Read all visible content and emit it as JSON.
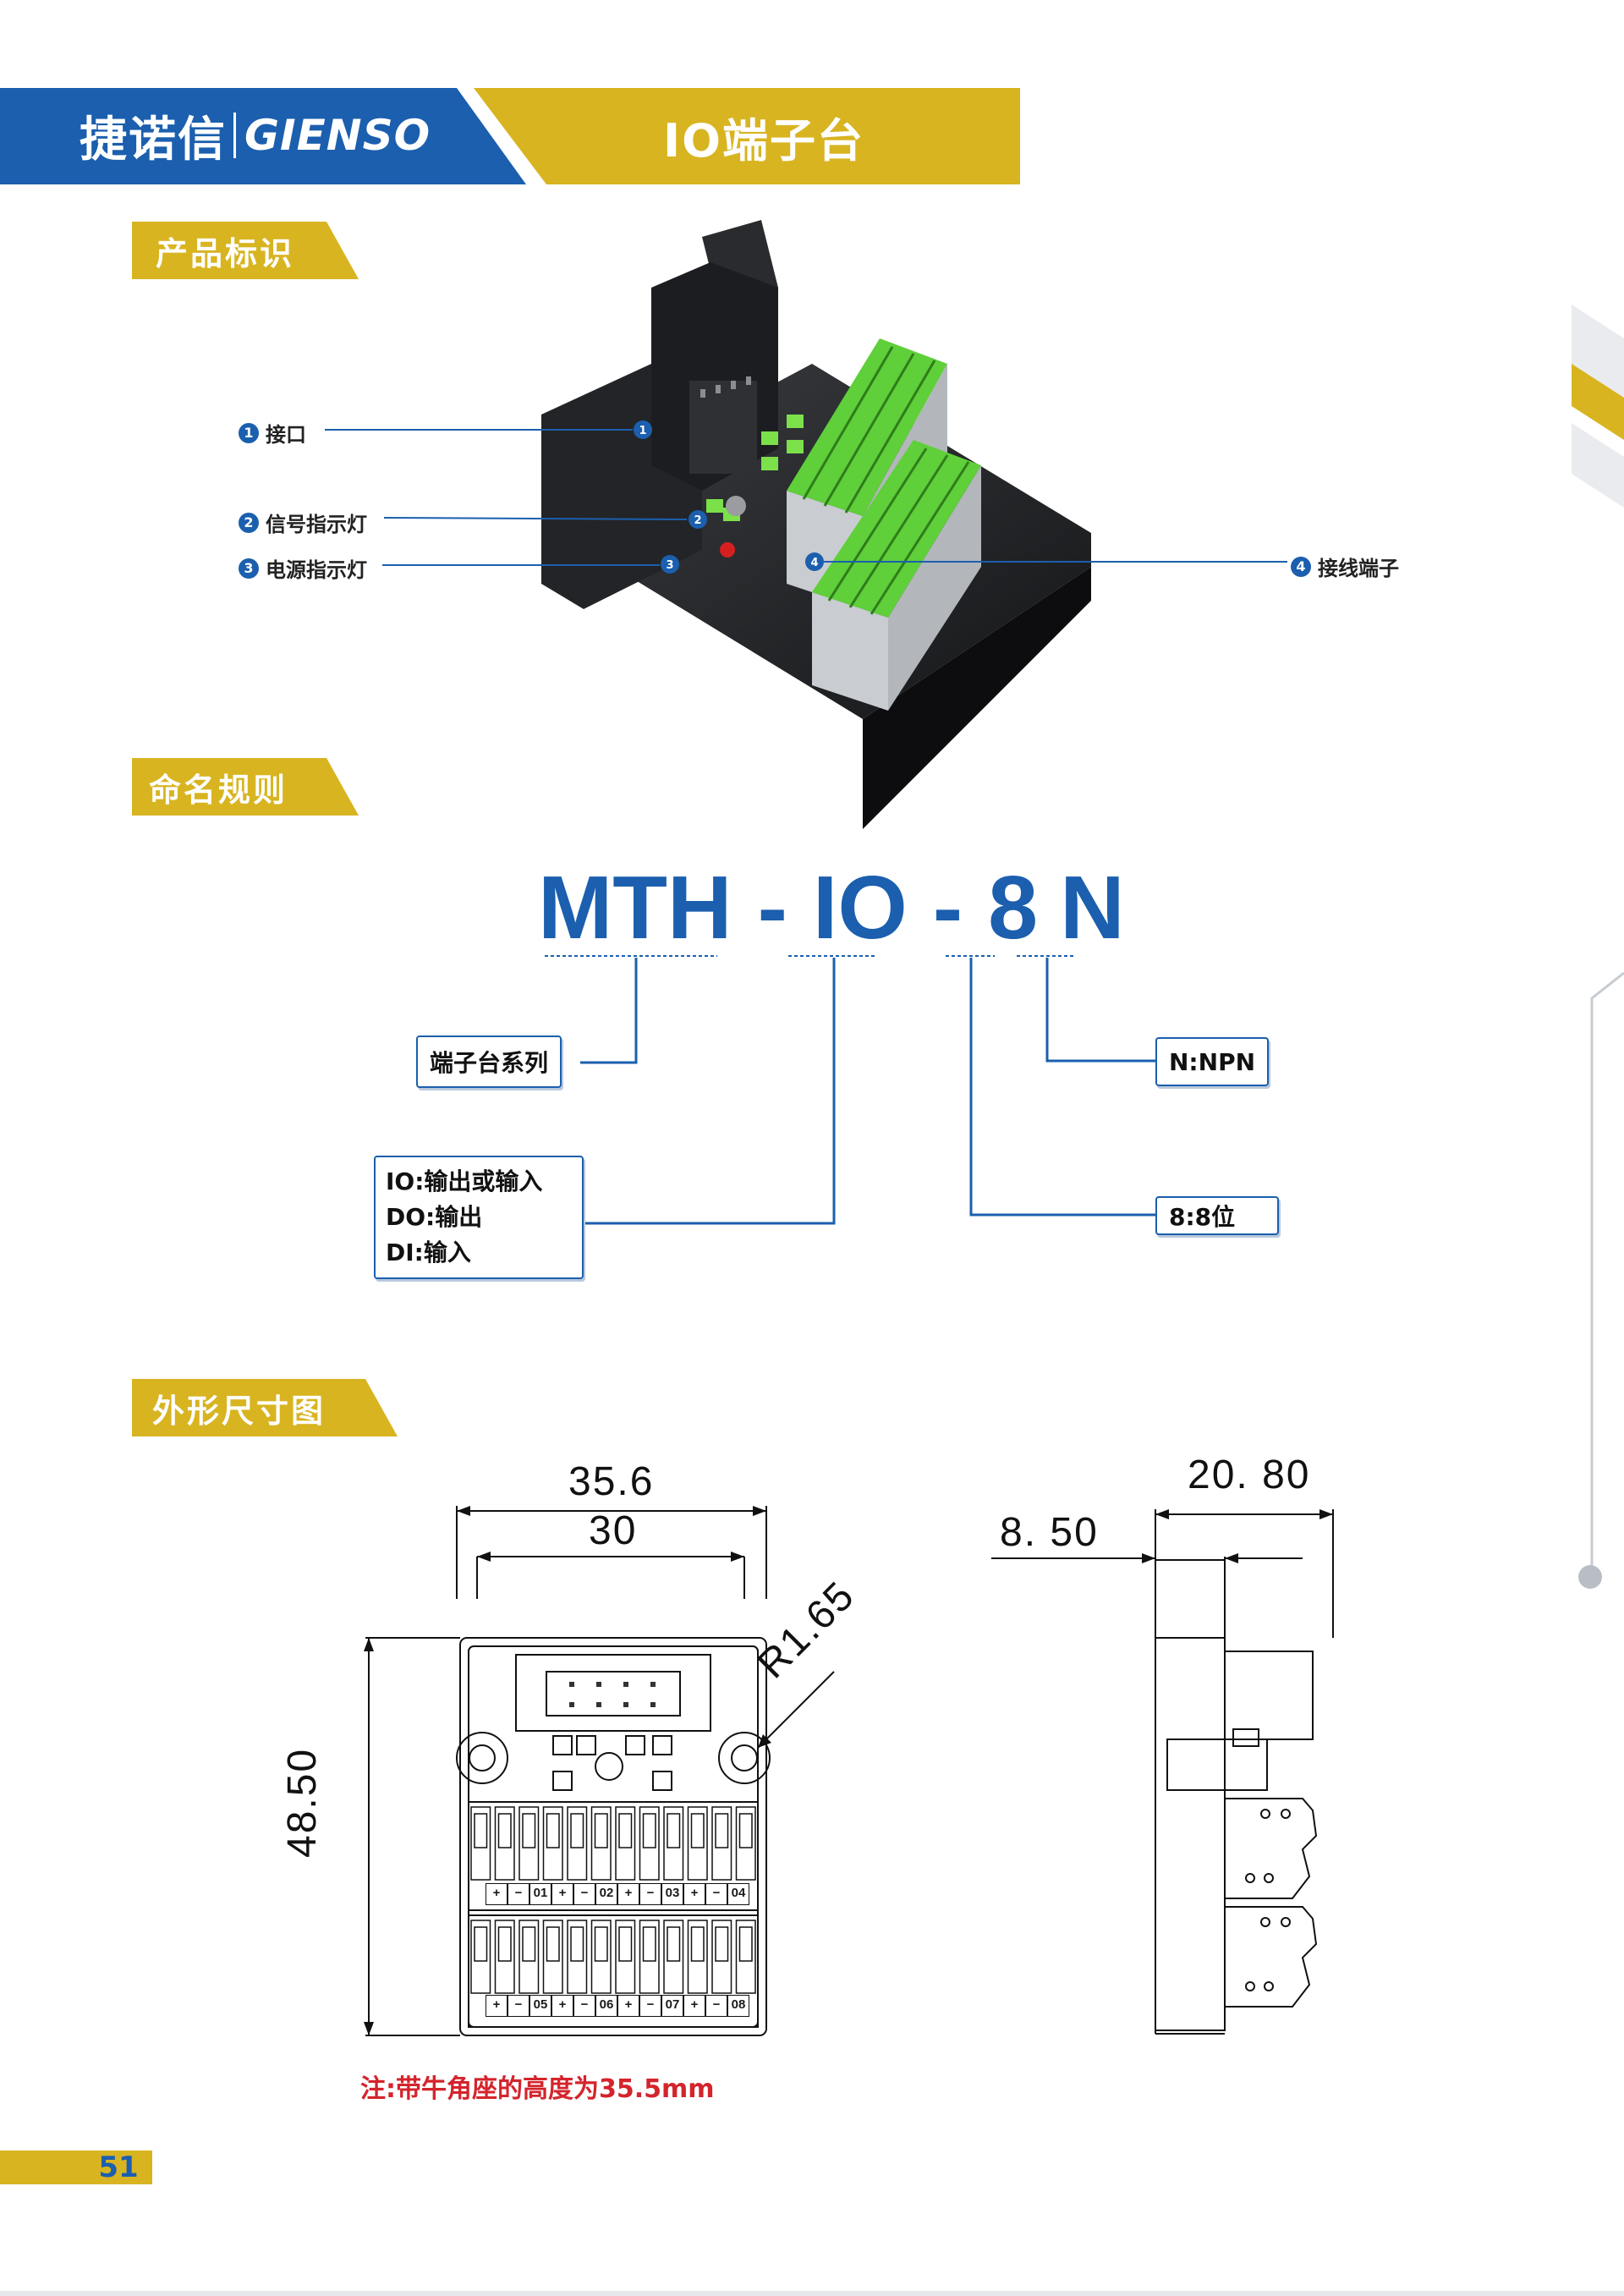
{
  "header": {
    "brand_cn": "捷诺信",
    "brand_en": "GIENSO",
    "title": "IO端子台"
  },
  "sections": {
    "product_id": "产品标识",
    "naming_rule": "命名规则",
    "dimensions": "外形尺寸图"
  },
  "callouts": [
    {
      "num": "1",
      "label": "接口"
    },
    {
      "num": "2",
      "label": "信号指示灯"
    },
    {
      "num": "3",
      "label": "电源指示灯"
    },
    {
      "num": "4",
      "label": "接线端子"
    }
  ],
  "naming": {
    "part1": "MTH",
    "sep1": "-",
    "part2": "IO",
    "sep2": "-",
    "part3": "8",
    "part4": "N",
    "box_series": "端子台系列",
    "box_io_lines": [
      "IO:输出或输入",
      "DO:输出",
      "DI:输入"
    ],
    "box_npn": "N:NPN",
    "box_bits": "8:8位"
  },
  "terminal_labels": {
    "top_row": [
      "+",
      "−",
      "01",
      "+",
      "−",
      "02",
      "+",
      "−",
      "03",
      "+",
      "−",
      "04"
    ],
    "bottom_row": [
      "+",
      "−",
      "05",
      "+",
      "−",
      "06",
      "+",
      "−",
      "07",
      "+",
      "−",
      "08"
    ]
  },
  "dimensions": {
    "width_outer": "35.6",
    "width_inner": "30",
    "height": "48.50",
    "radius": "R1.65",
    "side_total": "20. 80",
    "side_offset": "8. 50"
  },
  "note": "注:带牛角座的高度为35.5mm",
  "page_number": "51",
  "colors": {
    "brand_blue": "#1b5fae",
    "accent_gold": "#d8b421",
    "note_red": "#d4242c",
    "terminal_green": "#5fcf3a"
  }
}
